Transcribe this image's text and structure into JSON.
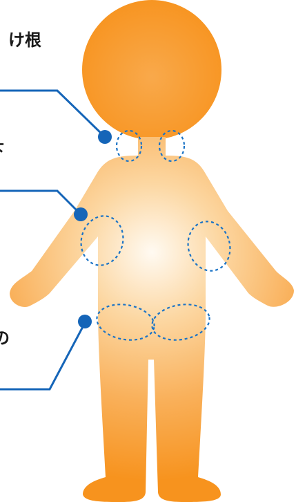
{
  "labels": {
    "neck": "け根",
    "armpit": "下",
    "groin": "の"
  },
  "colors": {
    "body_light": "#fff8ee",
    "body_orange": "#f7931e",
    "leader_line": "#1565b8",
    "dashed_circle": "#1a73c6"
  }
}
